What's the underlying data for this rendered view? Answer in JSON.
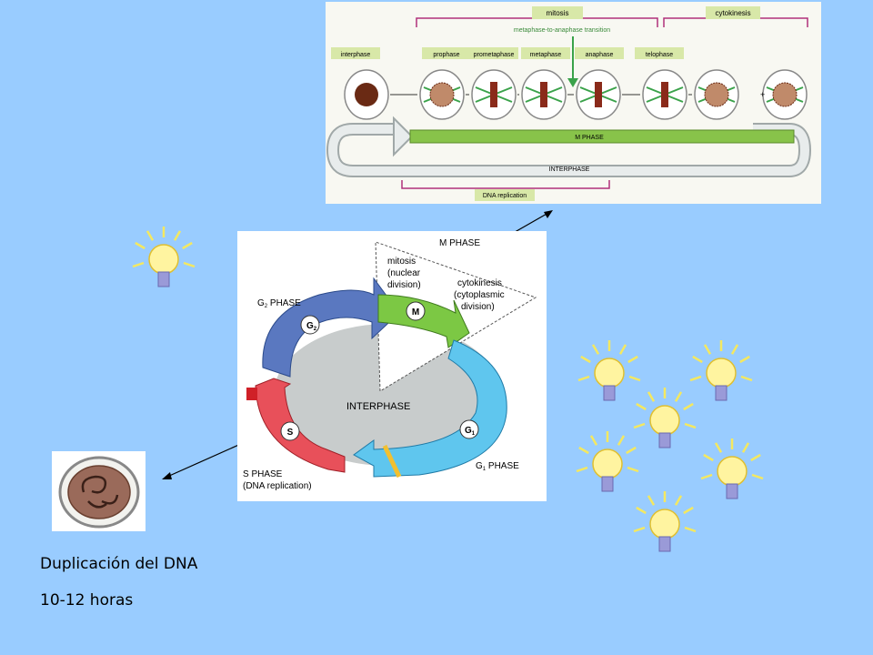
{
  "top_figure": {
    "headers": {
      "mitosis": "mitosis",
      "cytokinesis": "cytokinesis"
    },
    "transition": "metaphase-to-anaphase transition",
    "stages": [
      "interphase",
      "prophase",
      "prometaphase",
      "metaphase",
      "anaphase",
      "telophase"
    ],
    "plus": "+",
    "m_phase": "M  PHASE",
    "interphase": "INTERPHASE",
    "dna_replication": "DNA replication",
    "colors": {
      "green": "#88c34a",
      "box": "#d8e8a8",
      "magenta": "#b0307a",
      "arrow": "#3aa24a"
    }
  },
  "cycle": {
    "m_phase_title": "M PHASE",
    "mitosis_lines": [
      "mitosis",
      "(nuclear",
      "division)"
    ],
    "cytokinesis_lines": [
      "cytokinesis",
      "(cytoplasmic",
      "division)"
    ],
    "g2_title": "G",
    "g2_sub": "2",
    "g2_suffix": " PHASE",
    "g2_badge": "G",
    "g2_badge_sub": "2",
    "m_badge": "M",
    "interphase": "INTERPHASE",
    "g1_badge": "G",
    "g1_badge_sub": "1",
    "g1_title": "G",
    "g1_sub": "1",
    "g1_suffix": " PHASE",
    "s_badge": "S",
    "s_title_lines": [
      "S PHASE",
      "(DNA replication)"
    ],
    "colors": {
      "g2": "#5a78c0",
      "m": "#7cc844",
      "g1": "#5fc6ee",
      "s": "#e8505a",
      "interphase": "#c8cccc"
    }
  },
  "captions": {
    "line1": "Duplicación del DNA",
    "line2": "10-12 horas"
  },
  "icons": [
    "lightbulb-icon",
    "nucleus-icon"
  ]
}
